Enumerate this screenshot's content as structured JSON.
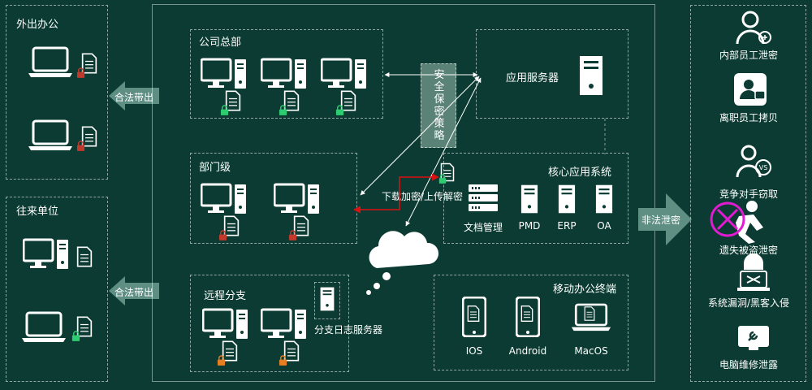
{
  "left_groups": {
    "out_office": {
      "title": "外出办公"
    },
    "partner": {
      "title": "往来单位"
    }
  },
  "arrows": {
    "legal_out_top": "合法带出",
    "legal_out_bottom": "合法带出",
    "illegal_leak": "非法泄密"
  },
  "center": {
    "hq": {
      "title": "公司总部"
    },
    "dept": {
      "title": "部门级"
    },
    "branch": {
      "title": "远程分支",
      "log_server": "分支日志服务器"
    },
    "app_server": {
      "title": "应用服务器"
    },
    "security_policy": {
      "chars": [
        "安",
        "全",
        "保",
        "密",
        "策",
        "略"
      ]
    },
    "core": {
      "title": "核心应用系统",
      "items": [
        {
          "label": "文档管理"
        },
        {
          "label": "PMD"
        },
        {
          "label": "ERP"
        },
        {
          "label": "OA"
        }
      ]
    },
    "download_label": "下载加密/上传解密",
    "mobile": {
      "title": "移动办公终端",
      "items": [
        {
          "label": "IOS"
        },
        {
          "label": "Android"
        },
        {
          "label": "MacOS"
        }
      ]
    }
  },
  "threats": [
    {
      "label": "内部员工泄密",
      "icon": "insider-icon"
    },
    {
      "label": "离职员工拷贝",
      "icon": "resigned-icon"
    },
    {
      "label": "竞争对手窃取",
      "icon": "competitor-icon"
    },
    {
      "label": "遗失被盗泄密",
      "icon": "stolen-icon"
    },
    {
      "label": "系统漏洞/黑客入侵",
      "icon": "hacker-icon"
    },
    {
      "label": "电脑维修泄露",
      "icon": "repair-icon"
    }
  ],
  "colors": {
    "background": "#0b3b32",
    "panel": "#14594a",
    "lock_red": "#c0392b",
    "lock_green": "#2ecc71",
    "lock_orange": "#e67e22",
    "cross": "#e11bd1"
  }
}
